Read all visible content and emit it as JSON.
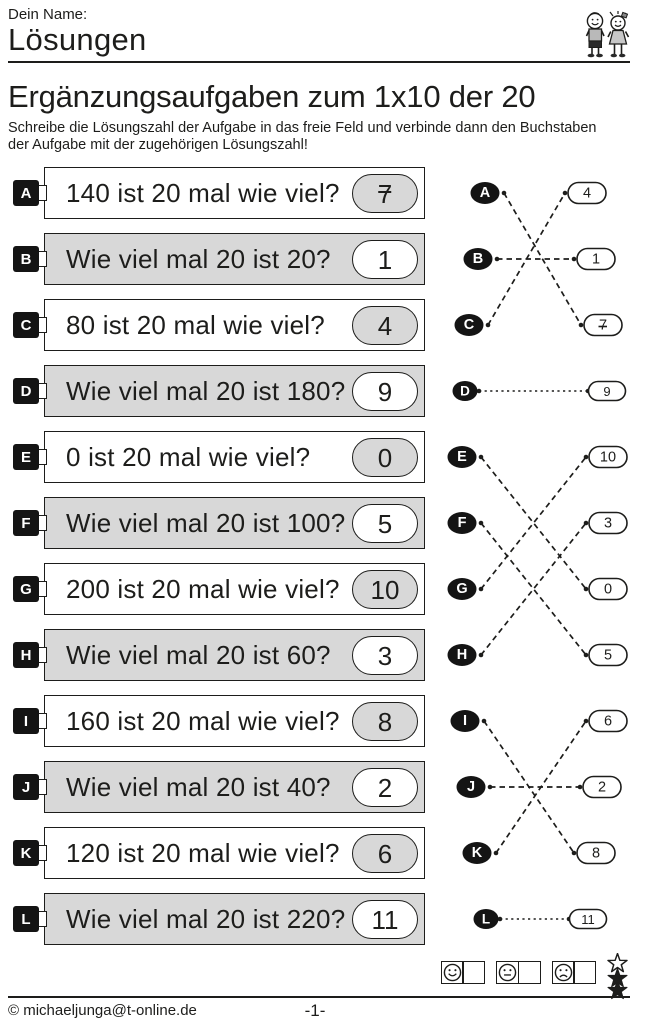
{
  "header": {
    "name_label": "Dein Name:",
    "page_title": "Lösungen",
    "clipart": "two-children-icon"
  },
  "worksheet": {
    "title": "Ergänzungsaufgaben zum 1x10 der 20",
    "instructions_lines": [
      "Schreibe die Lösungszahl der Aufgabe in das freie Feld und verbinde dann den Buchstaben",
      "der Aufgabe mit der zugehörigen Lösungszahl!"
    ],
    "tasks": [
      {
        "letter": "A",
        "question": "140 ist 20 mal wie viel?",
        "answer": "7",
        "row_shaded": false
      },
      {
        "letter": "B",
        "question": "Wie viel mal 20 ist 20?",
        "answer": "1",
        "row_shaded": true
      },
      {
        "letter": "C",
        "question": "80 ist 20 mal wie viel?",
        "answer": "4",
        "row_shaded": false
      },
      {
        "letter": "D",
        "question": "Wie viel mal 20 ist 180?",
        "answer": "9",
        "row_shaded": true
      },
      {
        "letter": "E",
        "question": "0 ist 20 mal wie viel?",
        "answer": "0",
        "row_shaded": false
      },
      {
        "letter": "F",
        "question": "Wie viel mal 20 ist 100?",
        "answer": "5",
        "row_shaded": true
      },
      {
        "letter": "G",
        "question": "200 ist 20 mal wie viel?",
        "answer": "10",
        "row_shaded": false
      },
      {
        "letter": "H",
        "question": "Wie viel mal 20 ist 60?",
        "answer": "3",
        "row_shaded": true
      },
      {
        "letter": "I",
        "question": "160 ist 20 mal wie viel?",
        "answer": "8",
        "row_shaded": false
      },
      {
        "letter": "J",
        "question": "Wie viel mal 20 ist 40?",
        "answer": "2",
        "row_shaded": true
      },
      {
        "letter": "K",
        "question": "120 ist 20 mal wie viel?",
        "answer": "6",
        "row_shaded": false
      },
      {
        "letter": "L",
        "question": "Wie viel mal 20 ist 220?",
        "answer": "11",
        "row_shaded": true
      }
    ],
    "matching": {
      "groups": [
        {
          "letters": [
            "A",
            "B",
            "C"
          ],
          "ovals": [
            "4",
            "1",
            "7"
          ],
          "connections": [
            [
              "A",
              "7"
            ],
            [
              "B",
              "1"
            ],
            [
              "C",
              "4"
            ]
          ],
          "single": false
        },
        {
          "letters": [
            "D"
          ],
          "ovals": [
            "9"
          ],
          "connections": [
            [
              "D",
              "9"
            ]
          ],
          "single": true
        },
        {
          "letters": [
            "E",
            "F",
            "G",
            "H"
          ],
          "ovals": [
            "10",
            "3",
            "0",
            "5"
          ],
          "connections": [
            [
              "E",
              "0"
            ],
            [
              "F",
              "5"
            ],
            [
              "G",
              "10"
            ],
            [
              "H",
              "3"
            ]
          ],
          "single": false
        },
        {
          "letters": [
            "I",
            "J",
            "K"
          ],
          "ovals": [
            "6",
            "2",
            "8"
          ],
          "connections": [
            [
              "I",
              "8"
            ],
            [
              "J",
              "2"
            ],
            [
              "K",
              "6"
            ]
          ],
          "single": false
        },
        {
          "letters": [
            "L"
          ],
          "ovals": [
            "11"
          ],
          "connections": [
            [
              "L",
              "11"
            ]
          ],
          "single": true
        }
      ]
    }
  },
  "footer": {
    "rating_faces": [
      "happy-face-icon",
      "neutral-face-icon",
      "sad-face-icon"
    ],
    "stars": [
      "outline",
      "filled",
      "filled"
    ],
    "copyright": "© michaeljunga@t-online.de",
    "page_number": "-1-"
  },
  "colors": {
    "ink": "#1d1d1b",
    "row_shade": "#d8d8d8",
    "paper": "#ffffff"
  }
}
